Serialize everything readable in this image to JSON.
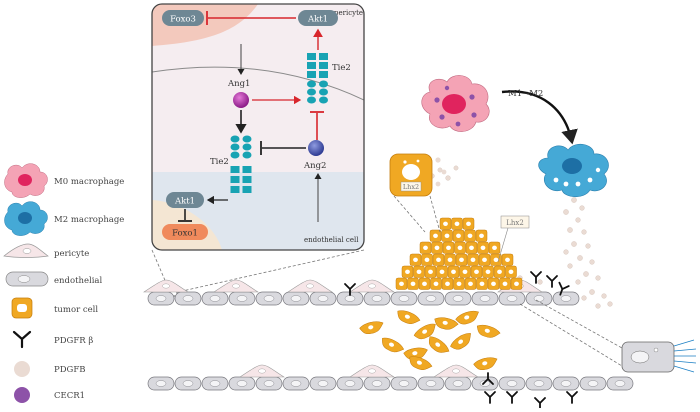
{
  "inset": {
    "pericyte_label": "pericyte",
    "endothelial_label": "endothelial cell",
    "nodes": {
      "foxo3": "Foxo3",
      "akt1_top": "Akt1",
      "tie2_right": "Tie2",
      "ang1": "Ang1",
      "tie2_left": "Tie2",
      "ang2": "Ang2",
      "akt1_bottom": "Akt1",
      "foxo1": "Foxo1"
    }
  },
  "polarization_label": "M1→M2",
  "tumor_labels": {
    "cell_marker": "Lhx2",
    "tumor_marker": "Lhx2"
  },
  "legend": [
    {
      "key": "m0",
      "label": "M0 macrophage"
    },
    {
      "key": "m2",
      "label": "M2 macrophage"
    },
    {
      "key": "pericyte",
      "label": "pericyte"
    },
    {
      "key": "endothelial",
      "label": "endothelial"
    },
    {
      "key": "tumor",
      "label": "tumor cell"
    },
    {
      "key": "pdgfrb",
      "label": "PDGFR β"
    },
    {
      "key": "pdgfb",
      "label": "PDGFB"
    },
    {
      "key": "cecr1",
      "label": "CECR1"
    }
  ],
  "colors": {
    "m0": "#f4a3b5",
    "m0_nucleus": "#e0245e",
    "m2": "#45a9d6",
    "m2_nucleus": "#1d6fa5",
    "tumor": "#f0a823",
    "tumor_edge": "#c47d0e",
    "endothelial": "#d9d9de",
    "pericyte": "#f6e6e8",
    "pdgfb": "#eadbd3",
    "cecr1": "#8d52a8",
    "inhibit": "#d8262c",
    "tie2": "#18a3b3"
  }
}
